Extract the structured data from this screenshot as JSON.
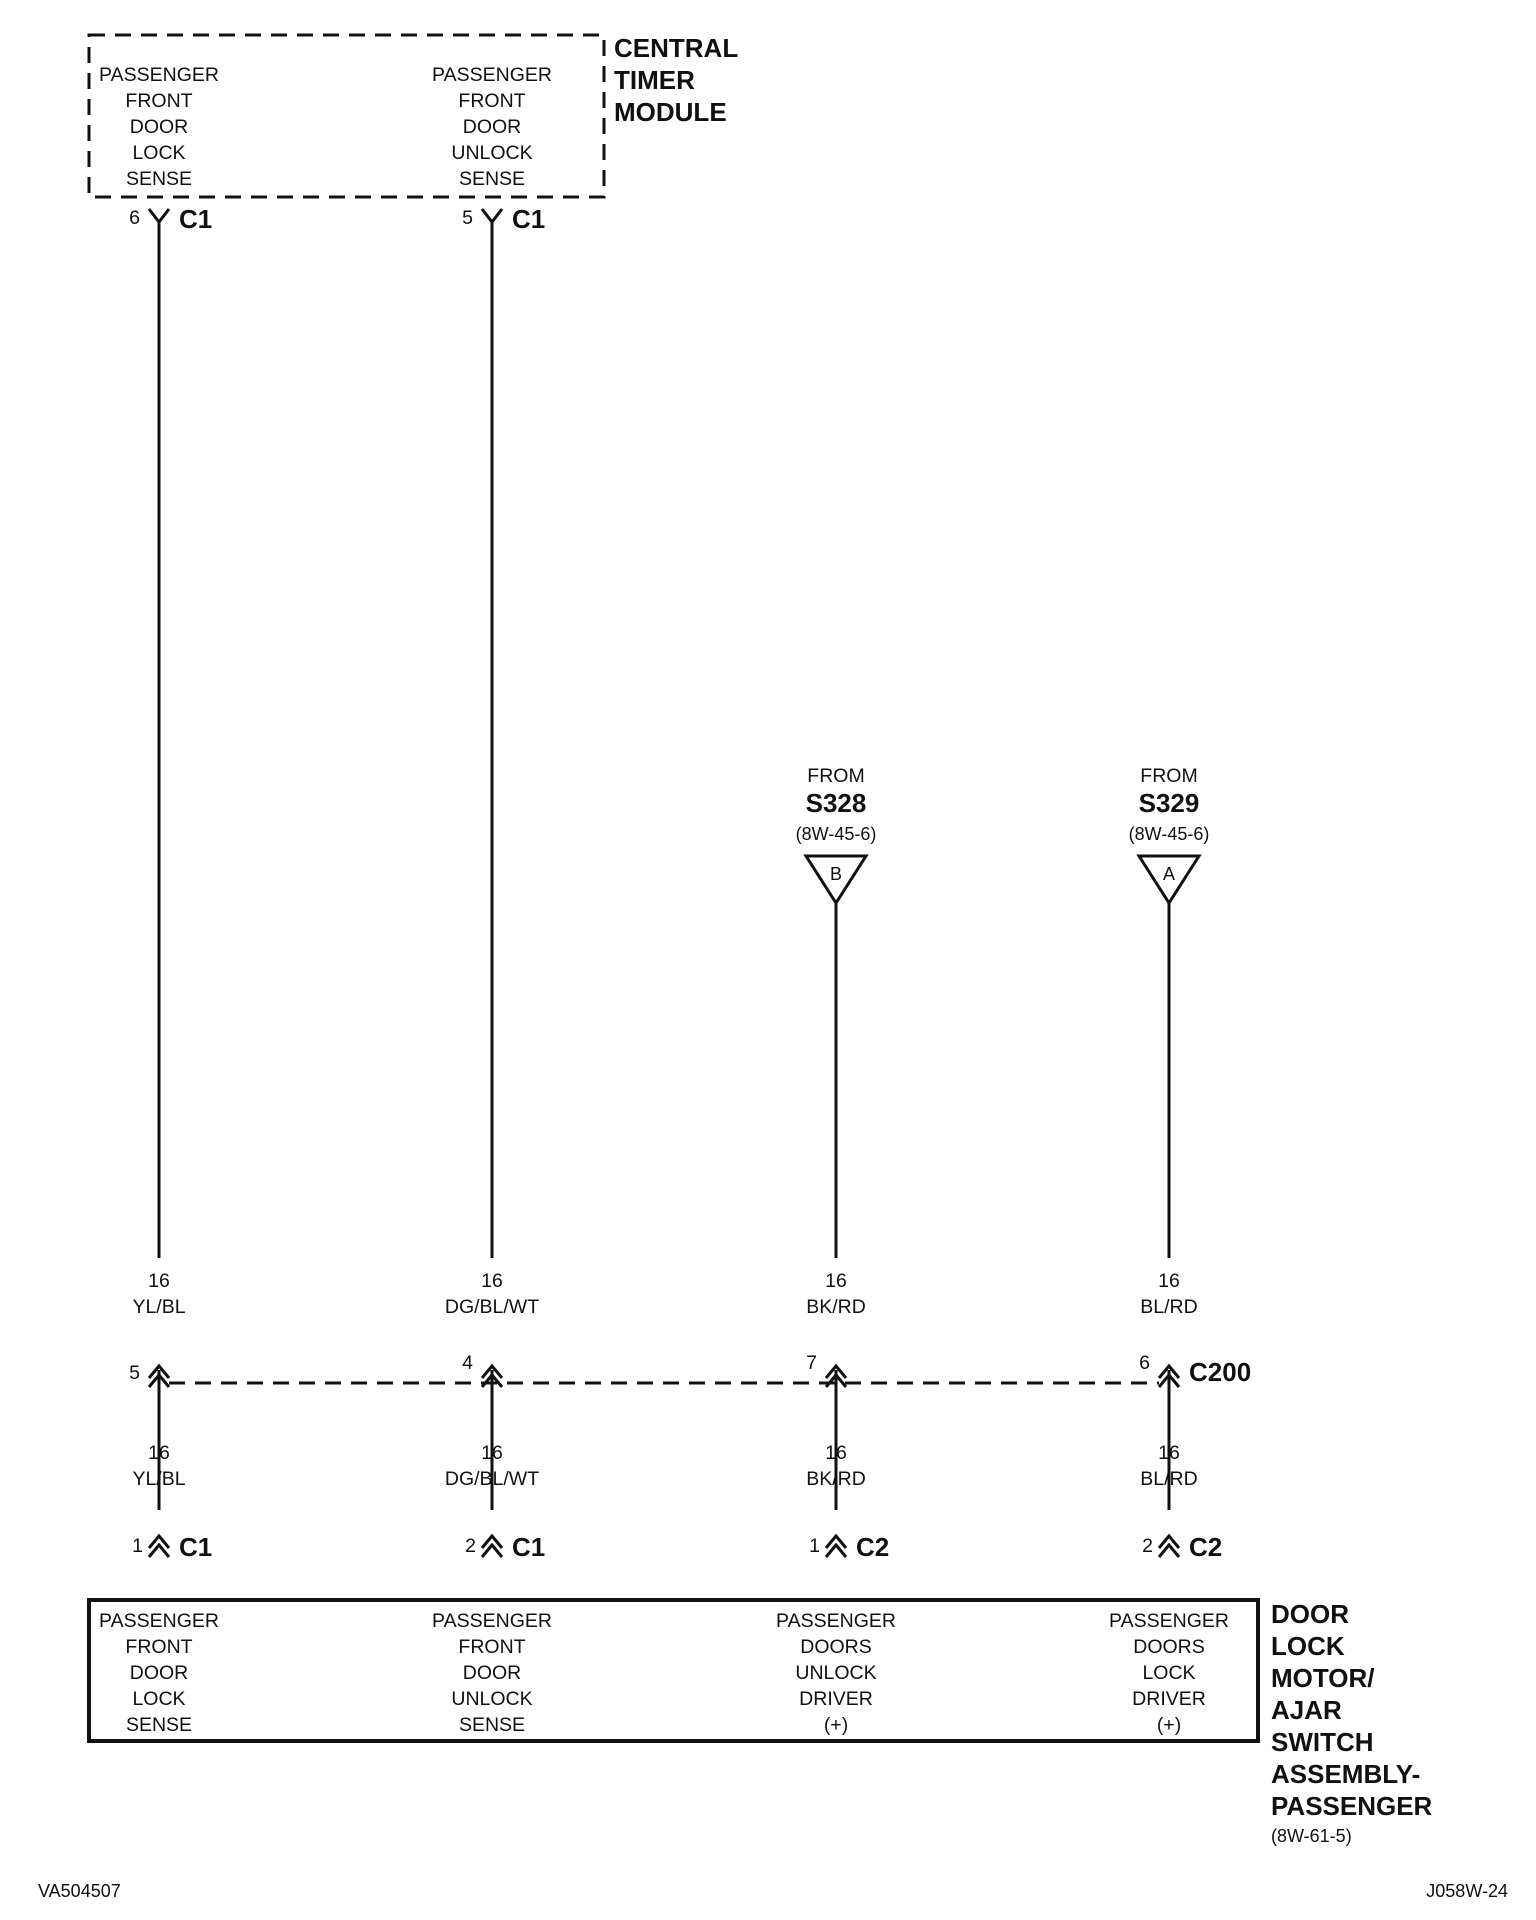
{
  "central_timer_module": {
    "title": [
      "CENTRAL",
      "TIMER",
      "MODULE"
    ],
    "pins": [
      {
        "lines": [
          "PASSENGER",
          "FRONT",
          "DOOR",
          "LOCK",
          "SENSE"
        ],
        "pin": "6",
        "connector": "C1"
      },
      {
        "lines": [
          "PASSENGER",
          "FRONT",
          "DOOR",
          "UNLOCK",
          "SENSE"
        ],
        "pin": "5",
        "connector": "C1"
      }
    ]
  },
  "sources": [
    {
      "from": "FROM",
      "splice": "S328",
      "ref": "(8W-45-6)",
      "flag": "B"
    },
    {
      "from": "FROM",
      "splice": "S329",
      "ref": "(8W-45-6)",
      "flag": "A"
    }
  ],
  "wires_upper": [
    {
      "gauge": "16",
      "color": "YL/BL"
    },
    {
      "gauge": "16",
      "color": "DG/BL/WT"
    },
    {
      "gauge": "16",
      "color": "BK/RD"
    },
    {
      "gauge": "16",
      "color": "BL/RD"
    }
  ],
  "c200": {
    "name": "C200",
    "pins": [
      "5",
      "4",
      "7",
      "6"
    ]
  },
  "wires_lower": [
    {
      "gauge": "16",
      "color": "YL/BL"
    },
    {
      "gauge": "16",
      "color": "DG/BL/WT"
    },
    {
      "gauge": "16",
      "color": "BK/RD"
    },
    {
      "gauge": "16",
      "color": "BL/RD"
    }
  ],
  "assembly_connectors": [
    {
      "pin": "1",
      "connector": "C1"
    },
    {
      "pin": "2",
      "connector": "C1"
    },
    {
      "pin": "1",
      "connector": "C2"
    },
    {
      "pin": "2",
      "connector": "C2"
    }
  ],
  "assembly": {
    "title": [
      "DOOR",
      "LOCK",
      "MOTOR/",
      "AJAR",
      "SWITCH",
      "ASSEMBLY-",
      "PASSENGER"
    ],
    "ref": "(8W-61-5)",
    "pins": [
      [
        "PASSENGER",
        "FRONT",
        "DOOR",
        "LOCK",
        "SENSE"
      ],
      [
        "PASSENGER",
        "FRONT",
        "DOOR",
        "UNLOCK",
        "SENSE"
      ],
      [
        "PASSENGER",
        "DOORS",
        "UNLOCK",
        "DRIVER",
        "(+)"
      ],
      [
        "PASSENGER",
        "DOORS",
        "LOCK",
        "DRIVER",
        "(+)"
      ]
    ]
  },
  "footer": {
    "left": "VA504507",
    "right": "J058W-24"
  }
}
